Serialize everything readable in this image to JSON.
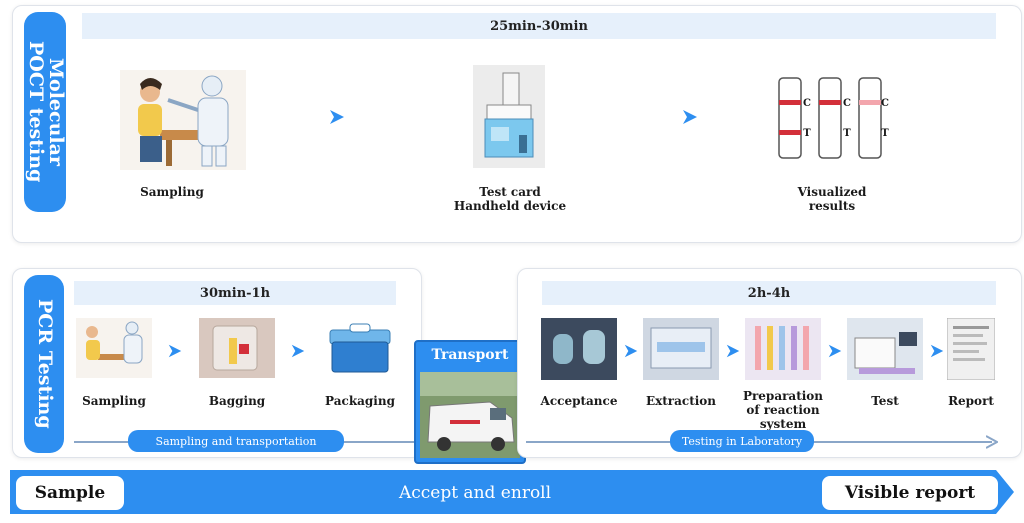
{
  "molecular": {
    "side_label": "Molecular\nPOCT testing",
    "time": "25min-30min",
    "steps": [
      "Sampling",
      "Test card\nHandheld device",
      "Visualized\nresults"
    ],
    "strip_marks": [
      "C",
      "T"
    ]
  },
  "pcr": {
    "side_label": "PCR Testing",
    "time_left": "30min-1h",
    "time_right": "2h-4h",
    "left_steps": [
      "Sampling",
      "Bagging",
      "Packaging"
    ],
    "transport": "Transport",
    "right_steps": [
      "Acceptance",
      "Extraction",
      "Preparation\nof reaction system",
      "Test",
      "Report"
    ],
    "flow_left": "Sampling and transportation",
    "flow_right": "Testing in Laboratory"
  },
  "bottom": {
    "start": "Sample",
    "middle": "Accept and enroll",
    "end": "Visible report"
  },
  "colors": {
    "accent": "#2d8ef0",
    "timebar": "#e6f0fb"
  }
}
